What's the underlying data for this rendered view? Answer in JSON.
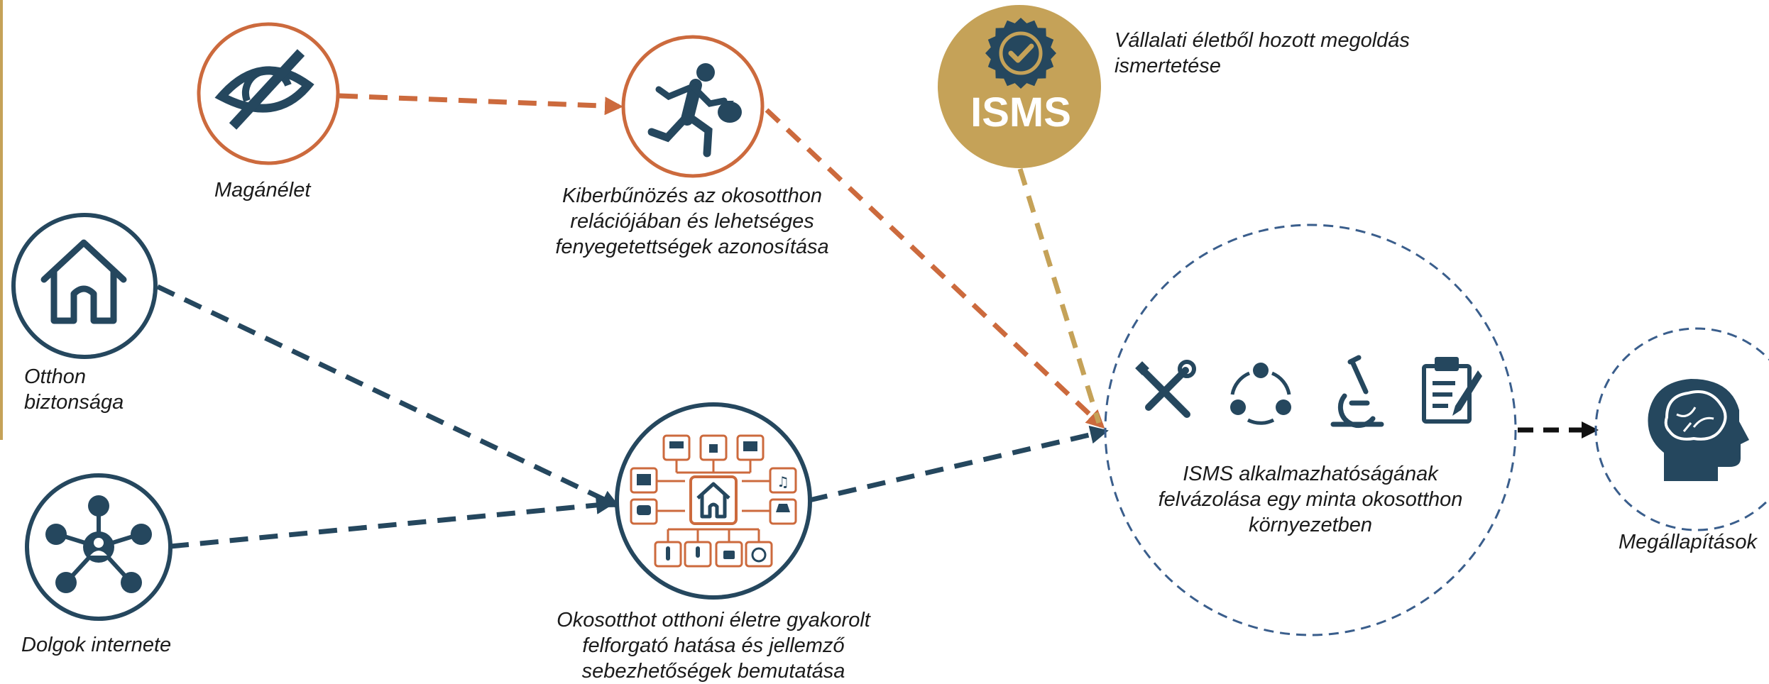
{
  "colors": {
    "navy": "#25475e",
    "orange": "#cc6a3d",
    "gold": "#c5a258",
    "black": "#111111",
    "dark_dashed": "#3a5e8c"
  },
  "nodes": {
    "privacy": {
      "label": "Magánélet",
      "icon": "eye-slash-icon"
    },
    "cybercrime": {
      "label_lines": [
        "Kiberbűnözés az okosotthon",
        "relációjában és lehetséges",
        "fenyegetettségek azonosítása"
      ],
      "icon": "running-thief-icon"
    },
    "isms_badge": {
      "badge_text": "ISMS",
      "icon": "check-seal-icon",
      "label_lines": [
        "Vállalati életből hozott megoldás",
        "ismertetése"
      ]
    },
    "home_security": {
      "label_lines": [
        "Otthon",
        "biztonsága"
      ],
      "icon": "house-icon"
    },
    "iot": {
      "label": "Dolgok internete",
      "icon": "network-people-icon"
    },
    "smarthome": {
      "label_lines": [
        "Okosotthot otthoni életre gyakorolt",
        "felforgató hatása és jellemző",
        "sebezhetőségek bemutatása"
      ],
      "icon": "smart-home-devices-icon"
    },
    "isms_outline": {
      "label_lines": [
        "ISMS alkalmazhatóságának",
        "felvázolása egy minta okosotthon",
        "környezetben"
      ],
      "icons": [
        "tools-icon",
        "cycle-icon",
        "microscope-icon",
        "clipboard-icon"
      ]
    },
    "findings": {
      "label": "Megállapítások",
      "icon": "brain-head-icon"
    }
  }
}
